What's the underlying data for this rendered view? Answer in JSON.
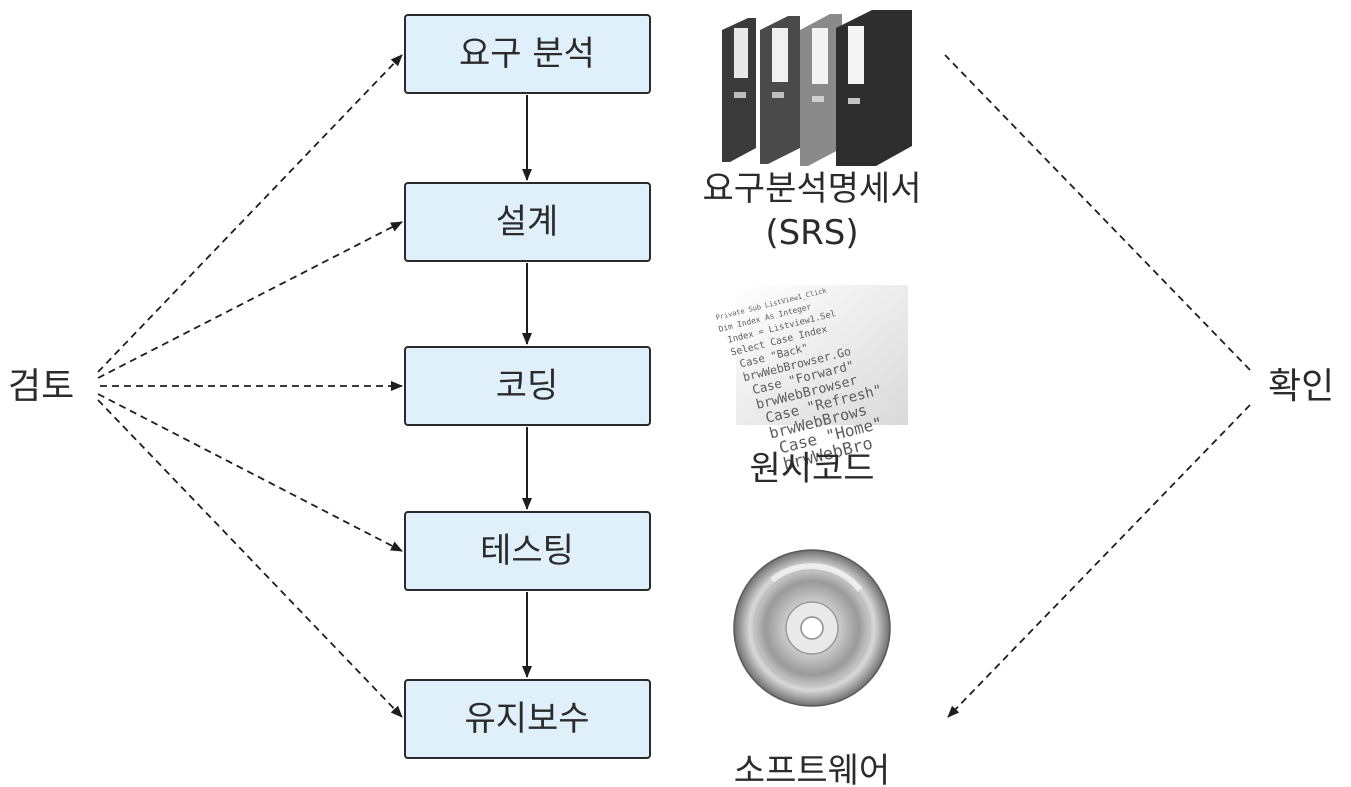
{
  "stages": [
    "요구 분석",
    "설계",
    "코딩",
    "테스팅",
    "유지보수"
  ],
  "review_label": "검토",
  "confirm_label": "확인",
  "artifacts": {
    "srs_line1": "요구분석명세서",
    "srs_line2": "(SRS)",
    "source_code": "원시코드",
    "software": "소프트웨어"
  },
  "code_snippet": [
    "Private Sub ListView1_Click",
    "Dim Index As Integer",
    "Index = Listview1.Sel",
    "Select Case Index",
    "Case \"Back\"",
    "brwWebBrowser.Go",
    "Case \"Forward\"",
    "brwWebBrowser",
    "Case \"Refresh\"",
    "brwWebBrows",
    "Case \"Home\"",
    "brwWebBro"
  ],
  "colors": {
    "stage_fill": "#dff0fb",
    "stroke": "#1e1e1e"
  }
}
